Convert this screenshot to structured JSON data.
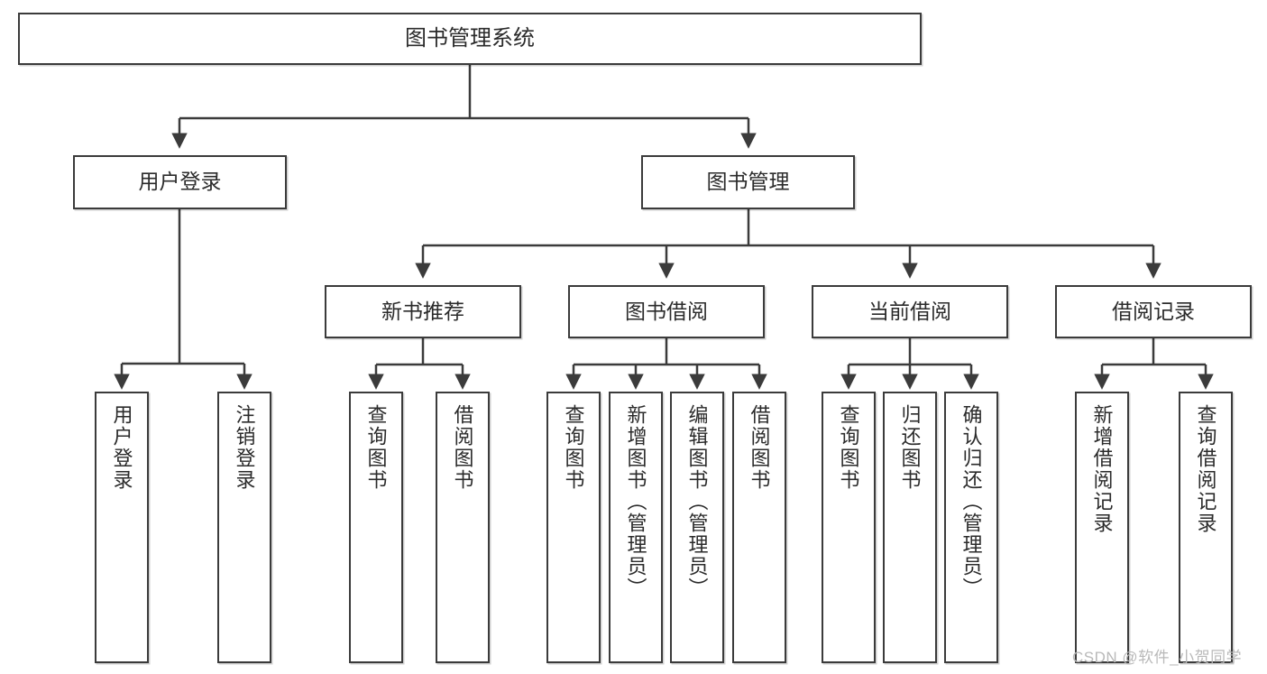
{
  "diagram": {
    "type": "tree",
    "title_node": "图书管理系统",
    "watermark": "CSDN @软件_小贺同学",
    "colors": {
      "box_border": "#3b3b3b",
      "box_fill": "#ffffff",
      "connector": "#3b3b3b",
      "text": "#2b2b2b",
      "watermark": "#b9b9b9"
    },
    "nodes": {
      "root": {
        "label": "图书管理系统"
      },
      "level1": [
        {
          "label": "用户登录"
        },
        {
          "label": "图书管理"
        }
      ],
      "level2": [
        {
          "label": "新书推荐"
        },
        {
          "label": "图书借阅"
        },
        {
          "label": "当前借阅"
        },
        {
          "label": "借阅记录"
        }
      ],
      "leaves": {
        "user_login": [
          {
            "label": "用户登录"
          },
          {
            "label": "注销登录"
          }
        ],
        "new_book_recommend": [
          {
            "label": "查询图书"
          },
          {
            "label": "借阅图书"
          }
        ],
        "book_borrow": [
          {
            "label": "查询图书"
          },
          {
            "label": "新增图书（管理员）"
          },
          {
            "label": "编辑图书（管理员）"
          },
          {
            "label": "借阅图书"
          }
        ],
        "current_borrow": [
          {
            "label": "查询图书"
          },
          {
            "label": "归还图书"
          },
          {
            "label": "确认归还（管理员）"
          }
        ],
        "borrow_record": [
          {
            "label": "新增借阅记录"
          },
          {
            "label": "查询借阅记录"
          }
        ]
      }
    }
  }
}
